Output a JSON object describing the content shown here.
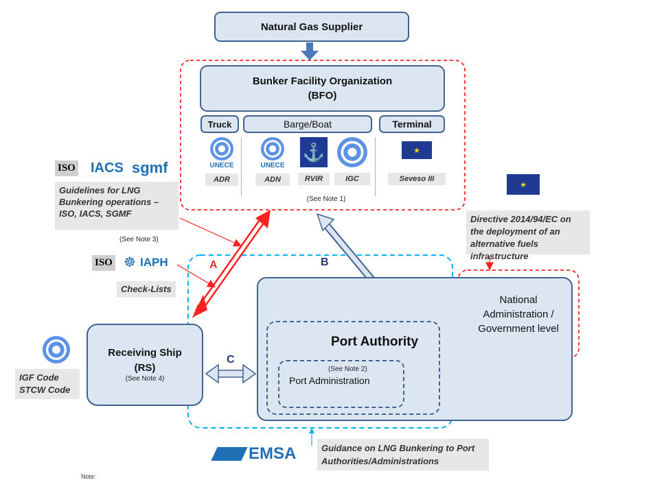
{
  "supplier": "Natural Gas Supplier",
  "bfo": {
    "line1": "Bunker Facility Organization",
    "line2": "(BFO)"
  },
  "modes": {
    "truck": "Truck",
    "barge": "Barge/Boat",
    "terminal": "Terminal"
  },
  "regs": {
    "unece": "UNECE",
    "adr": "ADR",
    "adn": "ADN",
    "rvir": "RVIR",
    "igc": "IGC",
    "seveso": "Seveso III",
    "note1": "(See Note 1)"
  },
  "guidelines": {
    "iso": "ISO",
    "iacs": "IACS",
    "sgmf": "sgmf",
    "text": "Guidelines for LNG Bunkering operations – ISO, IACS, SGMF"
  },
  "note3": "(See Note 3)",
  "checklists": {
    "iso": "ISO",
    "iaph": "IAPH",
    "text": "Check-Lists"
  },
  "directive": "Directive 2014/94/EC on the deployment of an alternative fuels infrastructure",
  "labels": {
    "a": "A",
    "b": "B",
    "c": "C"
  },
  "national": "National Administration / Government level",
  "receiving_ship": {
    "line1": "Receiving Ship",
    "line2": "(RS)",
    "note": "(See Note 4)"
  },
  "igf": {
    "line1": "IGF Code",
    "line2": "STCW Code"
  },
  "port_authority": "Port Authority",
  "port_admin": {
    "note": "(See Note 2)",
    "label": "Port Administration"
  },
  "emsa": {
    "logo": "EMSA",
    "text": "Guidance on LNG Bunkering to Port Authorities/Administrations"
  },
  "footer_note": "Note:",
  "colors": {
    "box_fill": "#dce6f2",
    "box_border": "#41618f",
    "red": "#ff0000",
    "blue": "#00b0f0"
  }
}
